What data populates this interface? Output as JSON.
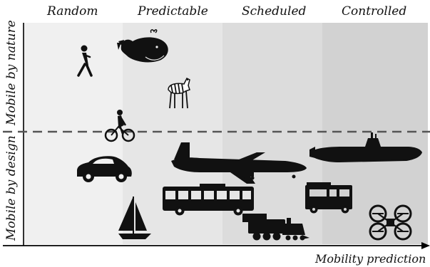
{
  "columns": [
    {
      "label": "Random",
      "shade": "#f0f0f0"
    },
    {
      "label": "Predictable",
      "shade": "#e6e6e6"
    },
    {
      "label": "Scheduled",
      "shade": "#dcdcdc"
    },
    {
      "label": "Controlled",
      "shade": "#d2d2d2"
    }
  ],
  "rows": {
    "top": "Mobile by nature",
    "bottom": "Mobile by design"
  },
  "x_axis_label": "Mobility prediction",
  "icons": [
    {
      "name": "pedestrian-icon",
      "category": "Random",
      "row": "Mobile by nature"
    },
    {
      "name": "whale-icon",
      "category": "Predictable",
      "row": "Mobile by nature"
    },
    {
      "name": "zebra-icon",
      "category": "Predictable",
      "row": "Mobile by nature"
    },
    {
      "name": "cyclist-icon",
      "category": "Random",
      "row": "Mobile by nature / design"
    },
    {
      "name": "car-icon",
      "category": "Random",
      "row": "Mobile by design"
    },
    {
      "name": "airplane-icon",
      "category": "Predictable / Scheduled",
      "row": "Mobile by design"
    },
    {
      "name": "submarine-icon",
      "category": "Controlled",
      "row": "Mobile by design"
    },
    {
      "name": "bus-icon",
      "category": "Predictable / Scheduled",
      "row": "Mobile by design"
    },
    {
      "name": "truck-icon",
      "category": "Scheduled / Controlled",
      "row": "Mobile by design"
    },
    {
      "name": "sailboat-icon",
      "category": "Random / Predictable",
      "row": "Mobile by design"
    },
    {
      "name": "train-icon",
      "category": "Scheduled",
      "row": "Mobile by design"
    },
    {
      "name": "drone-icon",
      "category": "Controlled",
      "row": "Mobile by design"
    }
  ],
  "colors": {
    "ink": "#000000",
    "divider": "#555555"
  }
}
